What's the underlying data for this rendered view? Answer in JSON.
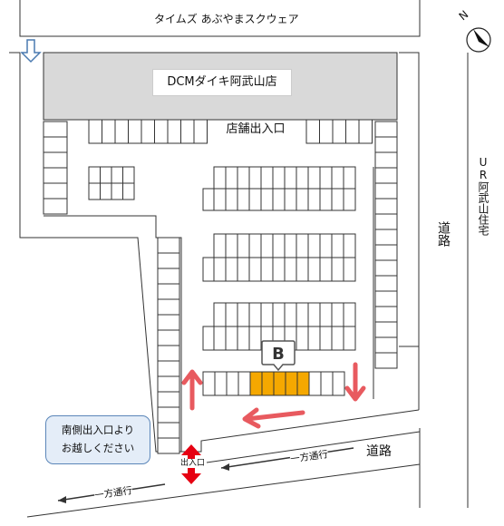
{
  "neighbor_top": "タイムズ あぶやまスクウェア",
  "store_name": "DCMダイキ阿武山店",
  "store_entrance": "店舗出入口",
  "road_right": "道路",
  "residence": "UR阿武山住宅",
  "road_bottom": "道路",
  "one_way_1": "一方通行",
  "one_way_2": "一方通行",
  "gate": "出入口",
  "note_line1": "南側出入口より",
  "note_line2": "お越しください",
  "compass_letter": "N",
  "pin_letter": "B",
  "colors": {
    "highlight": "#f5a800",
    "arrow": "#e85a5f",
    "store_bg": "#d9d9d9",
    "note_bg": "#e4edf8",
    "note_border": "#5b86b9"
  }
}
